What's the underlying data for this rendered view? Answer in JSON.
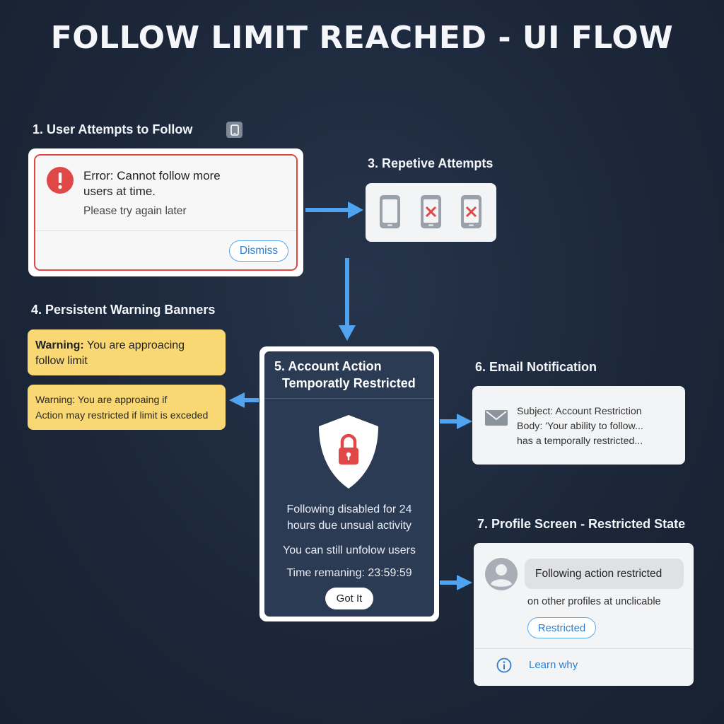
{
  "title": "FOLLOW LIMIT REACHED - UI FLOW",
  "colors": {
    "background": "#1b2638",
    "arrow": "#4fa3ef",
    "error_red": "#e04848",
    "warning_yellow": "#f9d873",
    "card_dark": "#2c3b54",
    "link_blue": "#2b7fd1"
  },
  "steps": {
    "step1": {
      "label": "1. User Attempts to Follow",
      "icon": "phone-icon",
      "error_icon": "exclamation-circle-icon",
      "error_line1": "Error: Cannot follow more",
      "error_line2": "users at time.",
      "error_sub": "Please try again later",
      "dismiss_label": "Dismiss"
    },
    "step3": {
      "label": "3. Repetive Attempts",
      "icons": [
        "phone-icon",
        "phone-x-icon",
        "phone-x-icon"
      ]
    },
    "step4": {
      "label": "4. Persistent Warning Banners",
      "banner1_bold": "Warning:",
      "banner1_line1": " You are approacing",
      "banner1_line2": "follow limit",
      "banner2_line1": "Warning: You are approaing if",
      "banner2_line2": "Action may restricted if limit is exceded"
    },
    "step5": {
      "title_line1": "5. Account Action",
      "title_line2": "Temporatly Restricted",
      "icon": "shield-lock-icon",
      "body_line1": "Following disabled for 24",
      "body_line2": "hours due unsual activity",
      "body_line3": "You can still unfolow users",
      "time_remaining": "Time remaning: 23:59:59",
      "button": "Got It"
    },
    "step6": {
      "label": "6. Email Notification",
      "icon": "mail-icon",
      "subject": "Subject: Account Restriction",
      "body1": "Body: 'Your ability to follow...",
      "body2": "has a temporally restricted..."
    },
    "step7": {
      "label": "7. Profile Screen - Restricted State",
      "avatar_icon": "avatar-icon",
      "pill": "Following action restricted",
      "sub": "on other profiles at unclicable",
      "button": "Restricted",
      "info_icon": "info-icon",
      "link": "Learn why"
    }
  }
}
